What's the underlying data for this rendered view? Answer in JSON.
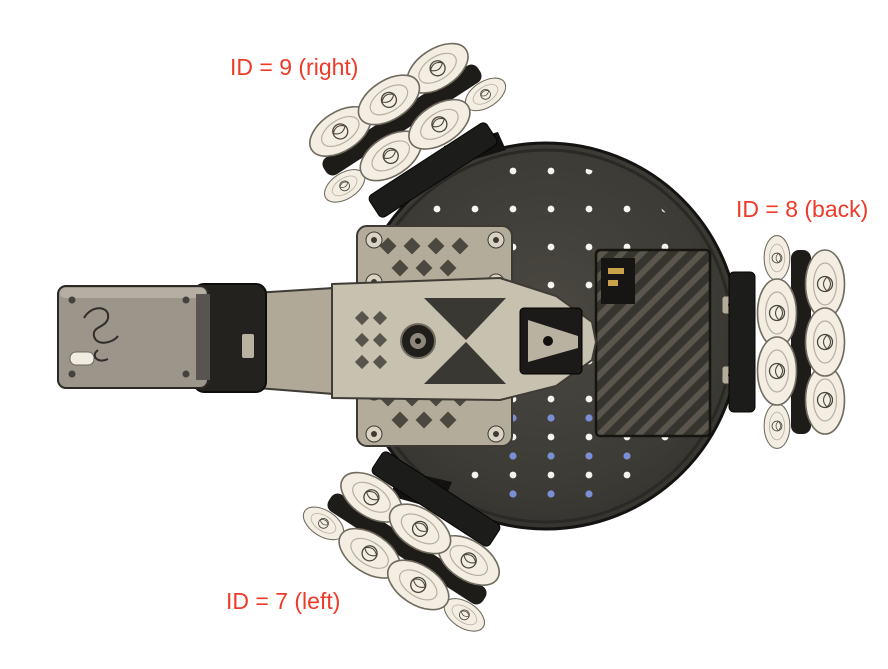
{
  "figure": {
    "annotation_color": "#ee3a28",
    "labels": [
      {
        "name": "wheel-9",
        "text": "ID = 9 (right)"
      },
      {
        "name": "wheel-8",
        "text": "ID = 8 (back)"
      },
      {
        "name": "wheel-7",
        "text": "ID = 7 (left)"
      }
    ],
    "colors": {
      "background": "#ffffff",
      "base_plate": "#3d3b36",
      "arm_body": "#c7c1af",
      "wheel_rollers": "#f3eee1",
      "dark_hardware": "#1d1c19"
    }
  }
}
